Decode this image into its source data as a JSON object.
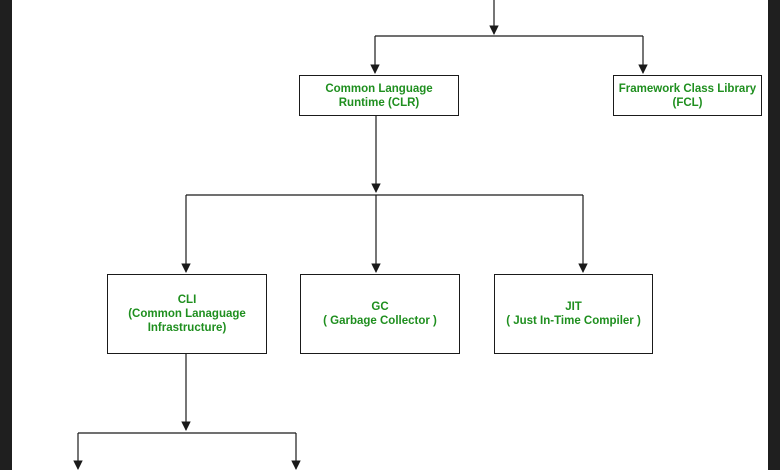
{
  "colors": {
    "text": "#1f8f1f",
    "line": "#1a1a1a",
    "background": "#ffffff",
    "frame": "#1f1f1f"
  },
  "nodes": {
    "clr": {
      "lines": [
        "Common Language",
        "Runtime (CLR)"
      ]
    },
    "fcl": {
      "lines": [
        "Framework Class Library",
        "(FCL)"
      ]
    },
    "cli": {
      "lines": [
        "CLI",
        "(Common Lanaguage",
        "Infrastructure)"
      ]
    },
    "gc": {
      "lines": [
        "GC",
        "( Garbage Collector )"
      ]
    },
    "jit": {
      "lines": [
        "JIT",
        "( Just In-Time Compiler )"
      ]
    }
  }
}
